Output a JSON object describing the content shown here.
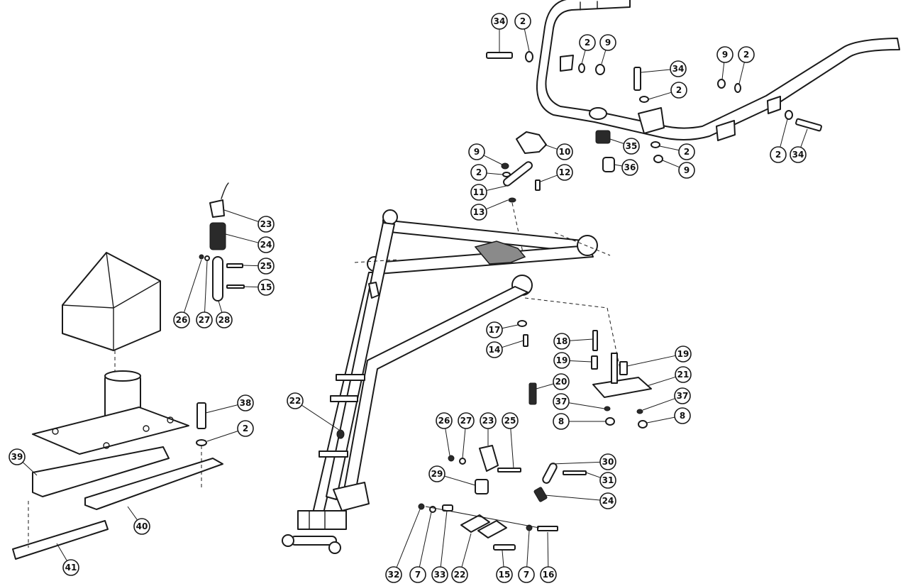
{
  "callouts": [
    {
      "id": "c-34-top",
      "label": "34"
    },
    {
      "id": "c-2-top",
      "label": "2"
    },
    {
      "id": "c-2-top-b",
      "label": "2"
    },
    {
      "id": "c-9-top",
      "label": "9"
    },
    {
      "id": "c-34-mid",
      "label": "34"
    },
    {
      "id": "c-2-mid",
      "label": "2"
    },
    {
      "id": "c-9-right",
      "label": "9"
    },
    {
      "id": "c-2-right",
      "label": "2"
    },
    {
      "id": "c-35",
      "label": "35"
    },
    {
      "id": "c-2-35",
      "label": "2"
    },
    {
      "id": "c-36",
      "label": "36"
    },
    {
      "id": "c-9-36",
      "label": "9"
    },
    {
      "id": "c-2-far",
      "label": "2"
    },
    {
      "id": "c-34-far",
      "label": "34"
    },
    {
      "id": "c-9-knob",
      "label": "9"
    },
    {
      "id": "c-10",
      "label": "10"
    },
    {
      "id": "c-2-knob",
      "label": "2"
    },
    {
      "id": "c-12",
      "label": "12"
    },
    {
      "id": "c-11",
      "label": "11"
    },
    {
      "id": "c-13",
      "label": "13"
    },
    {
      "id": "c-23-left",
      "label": "23"
    },
    {
      "id": "c-24-left",
      "label": "24"
    },
    {
      "id": "c-25-left",
      "label": "25"
    },
    {
      "id": "c-15-left",
      "label": "15"
    },
    {
      "id": "c-26-left",
      "label": "26"
    },
    {
      "id": "c-27-left",
      "label": "27"
    },
    {
      "id": "c-28",
      "label": "28"
    },
    {
      "id": "c-17",
      "label": "17"
    },
    {
      "id": "c-14",
      "label": "14"
    },
    {
      "id": "c-18",
      "label": "18"
    },
    {
      "id": "c-19-a",
      "label": "19"
    },
    {
      "id": "c-19-b",
      "label": "19"
    },
    {
      "id": "c-20",
      "label": "20"
    },
    {
      "id": "c-21",
      "label": "21"
    },
    {
      "id": "c-37-a",
      "label": "37"
    },
    {
      "id": "c-37-b",
      "label": "37"
    },
    {
      "id": "c-8-a",
      "label": "8"
    },
    {
      "id": "c-8-b",
      "label": "8"
    },
    {
      "id": "c-38",
      "label": "38"
    },
    {
      "id": "c-2-38",
      "label": "2"
    },
    {
      "id": "c-39",
      "label": "39"
    },
    {
      "id": "c-40",
      "label": "40"
    },
    {
      "id": "c-41",
      "label": "41"
    },
    {
      "id": "c-22-frame",
      "label": "22"
    },
    {
      "id": "c-26-mid",
      "label": "26"
    },
    {
      "id": "c-27-mid",
      "label": "27"
    },
    {
      "id": "c-23-mid",
      "label": "23"
    },
    {
      "id": "c-25-mid",
      "label": "25"
    },
    {
      "id": "c-29",
      "label": "29"
    },
    {
      "id": "c-30",
      "label": "30"
    },
    {
      "id": "c-31",
      "label": "31"
    },
    {
      "id": "c-24-mid",
      "label": "24"
    },
    {
      "id": "c-32",
      "label": "32"
    },
    {
      "id": "c-7-a",
      "label": "7"
    },
    {
      "id": "c-33",
      "label": "33"
    },
    {
      "id": "c-22-bottom",
      "label": "22"
    },
    {
      "id": "c-15-bottom",
      "label": "15"
    },
    {
      "id": "c-7-b",
      "label": "7"
    },
    {
      "id": "c-16",
      "label": "16"
    }
  ]
}
